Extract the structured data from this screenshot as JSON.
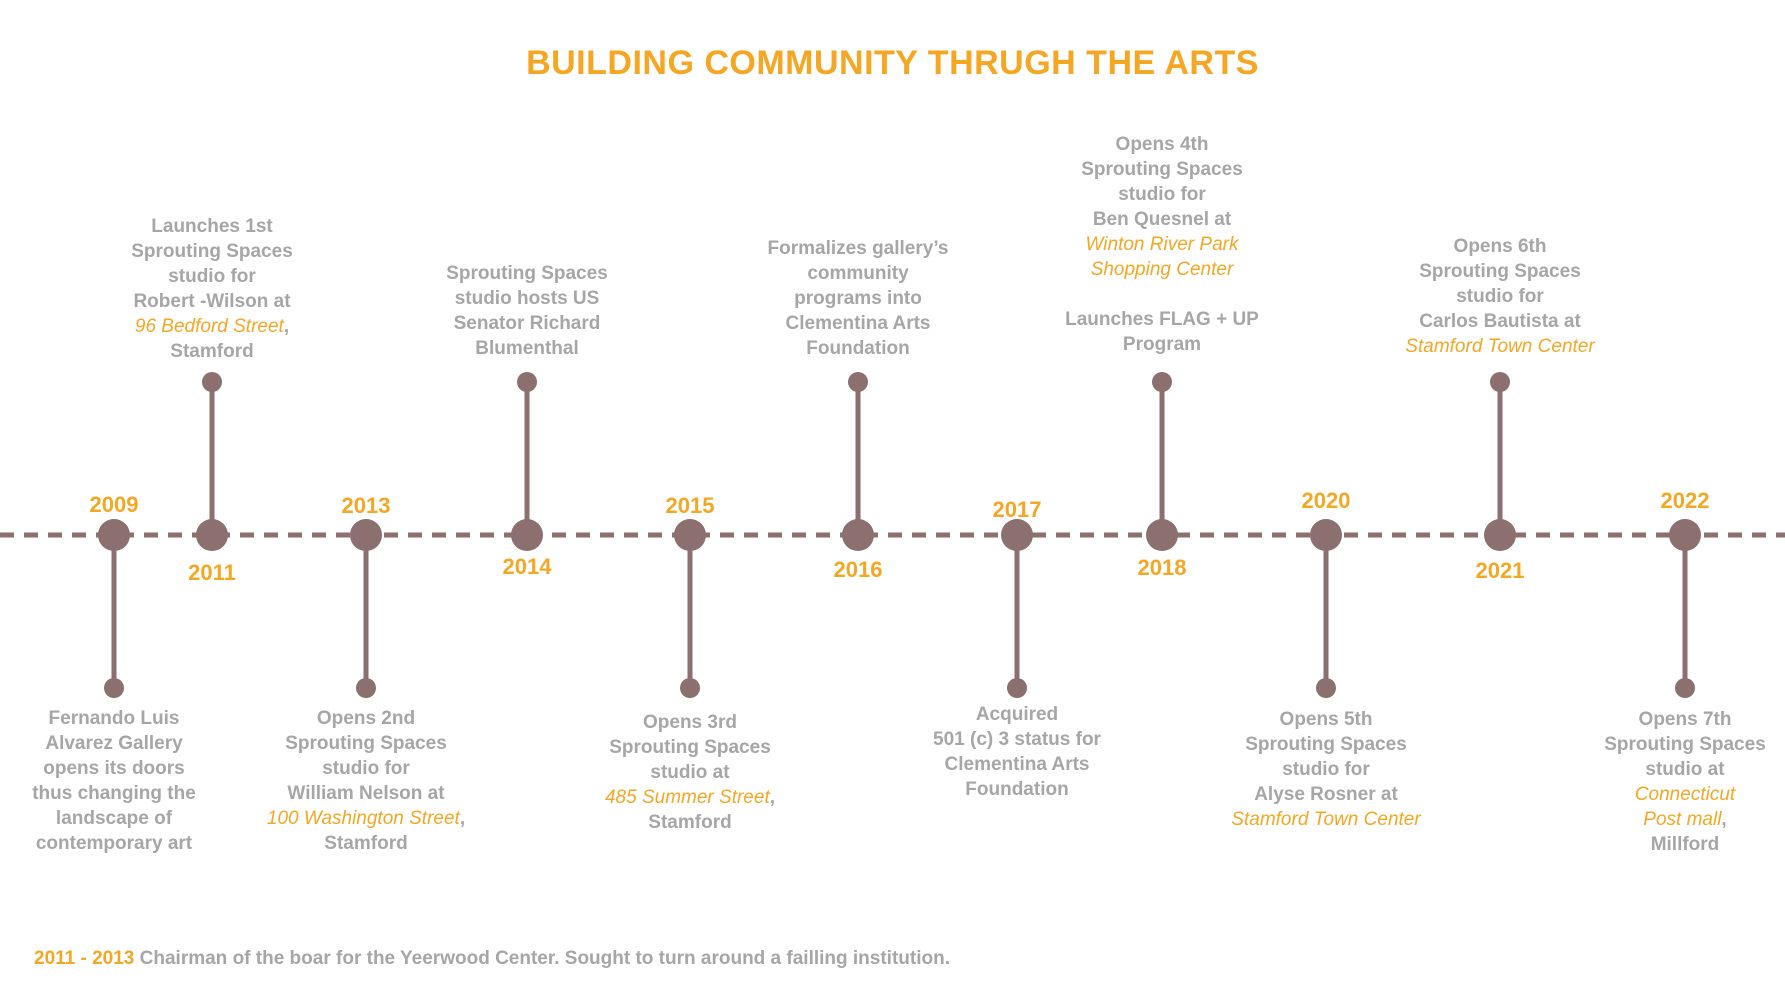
{
  "title": "BUILDING COMMUNITY THRUGH THE ARTS",
  "colors": {
    "accent": "#f5a623",
    "line": "#8c6f6f",
    "text": "#a6a6a6"
  },
  "milestones": [
    {
      "year": "2009",
      "side": "below",
      "lines": [
        {
          "t": "Fernando Luis"
        },
        {
          "t": "Alvarez Gallery"
        },
        {
          "t": "opens its doors"
        },
        {
          "t": "thus changing the"
        },
        {
          "t": "landscape of"
        },
        {
          "t": "contemporary art"
        }
      ]
    },
    {
      "year": "2011",
      "side": "above",
      "lines": [
        {
          "t": "Launches 1st"
        },
        {
          "t": "Sprouting Spaces"
        },
        {
          "t": "studio for"
        },
        {
          "t": "Robert -Wilson at"
        },
        {
          "h": "96 Bedford Street",
          "s": ","
        },
        {
          "t": "Stamford"
        }
      ]
    },
    {
      "year": "2013",
      "side": "below",
      "lines": [
        {
          "t": "Opens 2nd"
        },
        {
          "t": "Sprouting Spaces"
        },
        {
          "t": "studio for"
        },
        {
          "t": "William Nelson at"
        },
        {
          "h": "100 Washington Street",
          "s": ","
        },
        {
          "t": "Stamford"
        }
      ]
    },
    {
      "year": "2014",
      "side": "above",
      "lines": [
        {
          "t": "Sprouting Spaces"
        },
        {
          "t": "studio hosts US"
        },
        {
          "t": "Senator Richard"
        },
        {
          "t": "Blumenthal"
        }
      ]
    },
    {
      "year": "2015",
      "side": "below",
      "lines": [
        {
          "t": "Opens 3rd"
        },
        {
          "t": "Sprouting Spaces"
        },
        {
          "t": "studio at"
        },
        {
          "h": "485 Summer Street",
          "s": ","
        },
        {
          "t": "Stamford"
        }
      ]
    },
    {
      "year": "2016",
      "side": "above",
      "lines": [
        {
          "t": "Formalizes gallery’s"
        },
        {
          "t": "community"
        },
        {
          "t": "programs into"
        },
        {
          "t": "Clementina Arts"
        },
        {
          "t": "Foundation"
        }
      ]
    },
    {
      "year": "2017",
      "side": "below",
      "lines": [
        {
          "t": "Acquired"
        },
        {
          "t": "501 (c) 3 status for"
        },
        {
          "t": "Clementina Arts"
        },
        {
          "t": "Foundation"
        }
      ]
    },
    {
      "year": "2018",
      "side": "above",
      "lines": [
        {
          "t": "Opens 4th"
        },
        {
          "t": "Sprouting Spaces"
        },
        {
          "t": "studio for"
        },
        {
          "t": "Ben Quesnel at"
        },
        {
          "h": "Winton River Park"
        },
        {
          "h": "Shopping Center"
        },
        {
          "t": ""
        },
        {
          "t": "Launches  FLAG + UP"
        },
        {
          "t": "Program"
        }
      ]
    },
    {
      "year": "2020",
      "side": "below",
      "lines": [
        {
          "t": "Opens 5th"
        },
        {
          "t": "Sprouting Spaces"
        },
        {
          "t": "studio for"
        },
        {
          "t": "Alyse Rosner at"
        },
        {
          "h": "Stamford Town Center"
        }
      ]
    },
    {
      "year": "2021",
      "side": "above",
      "lines": [
        {
          "t": "Opens 6th"
        },
        {
          "t": "Sprouting Spaces"
        },
        {
          "t": "studio for"
        },
        {
          "t": "Carlos Bautista at"
        },
        {
          "h": "Stamford Town Center"
        }
      ]
    },
    {
      "year": "2022",
      "side": "below",
      "lines": [
        {
          "t": "Opens 7th"
        },
        {
          "t": "Sprouting Spaces"
        },
        {
          "t": "studio at"
        },
        {
          "h": "Connecticut"
        },
        {
          "h": "Post mall",
          "s": ","
        },
        {
          "t": "Millford"
        }
      ]
    }
  ],
  "footer": {
    "years": "2011 - 2013",
    "text": "Chairman of the boar for the Yeerwood Center. Sought to turn around a failling institution."
  }
}
